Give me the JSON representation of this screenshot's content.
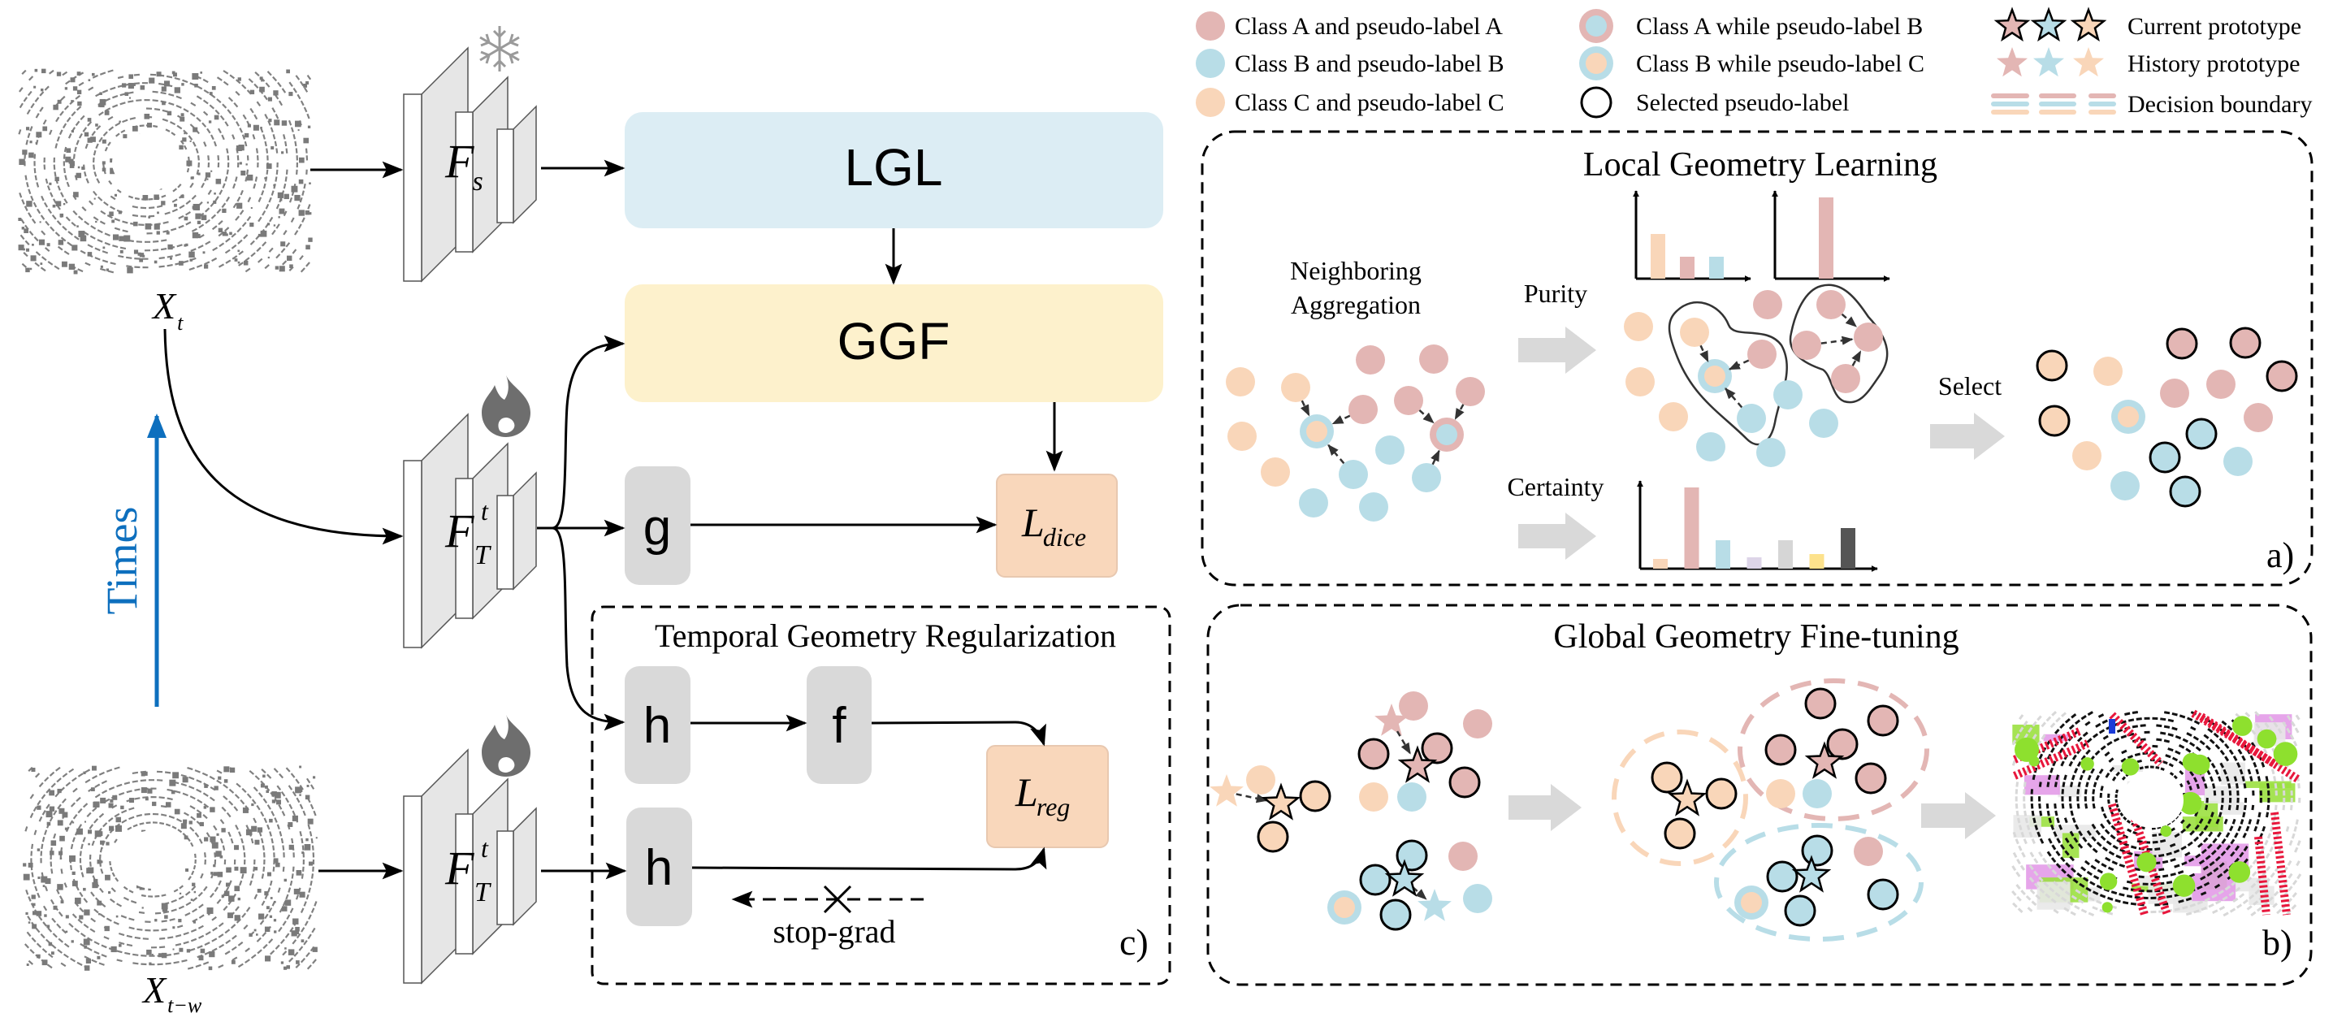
{
  "colors": {
    "class_a": "#e3b6b4",
    "class_b": "#b8dde7",
    "class_c": "#f9d6b9",
    "lgl_box": "#dcedf4",
    "ggf_box": "#fdf1cc",
    "loss_box": "#f9d7bb",
    "head_box": "#d9d9d9",
    "times_arrow": "#0d6fbe",
    "flow_arrow": "#d9d9d9"
  },
  "pipeline": {
    "input_current": {
      "main": "X",
      "sub": "t"
    },
    "input_past": {
      "main": "X",
      "sub": "t−w"
    },
    "student_encoder": {
      "main": "F",
      "sub": "s",
      "icon": "snowflake-icon"
    },
    "teacher_encoder": {
      "main": "F",
      "sub": "T",
      "sup": "t",
      "icon": "flame-icon"
    },
    "lgl": "LGL",
    "ggf": "GGF",
    "g": "g",
    "h": "h",
    "f": "f",
    "l_dice": {
      "main": "L",
      "sub": "dice"
    },
    "l_reg": {
      "main": "L",
      "sub": "reg"
    },
    "tgr_title": "Temporal Geometry Regularization",
    "stop_grad": "stop-grad",
    "panel_c": "c)",
    "times": "Times"
  },
  "legend": {
    "items": [
      {
        "label": "Class A and pseudo-label A"
      },
      {
        "label": "Class B and pseudo-label B"
      },
      {
        "label": "Class C and pseudo-label C"
      },
      {
        "label": "Class A while pseudo-label B"
      },
      {
        "label": "Class B while pseudo-label C"
      },
      {
        "label": "Selected pseudo-label"
      },
      {
        "label": "Current prototype"
      },
      {
        "label": "History prototype"
      },
      {
        "label": "Decision boundary"
      }
    ]
  },
  "lgl_panel": {
    "title": "Local Geometry Learning",
    "neighboring_1": "Neighboring",
    "neighboring_2": "Aggregation",
    "purity": "Purity",
    "certainty": "Certainty",
    "select": "Select",
    "label": "a)",
    "purity_hist_before": [
      0.55,
      0.27,
      0.27
    ],
    "purity_hist_after": [
      1.0
    ],
    "certainty_hist": [
      0.12,
      1.0,
      0.35,
      0.14,
      0.35,
      0.18,
      0.5
    ]
  },
  "ggf_panel": {
    "title": "Global Geometry Fine-tuning",
    "label": "b)"
  }
}
